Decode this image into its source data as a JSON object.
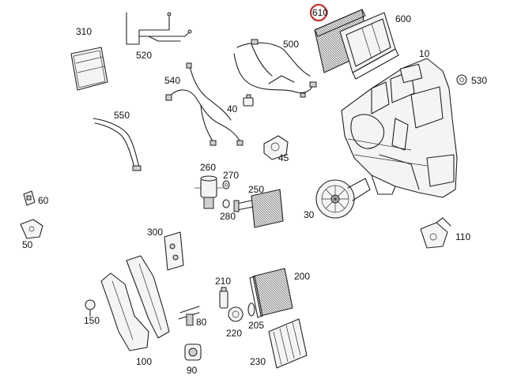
{
  "parts": [
    {
      "id": "p310",
      "label": "310"
    },
    {
      "id": "p520",
      "label": "520"
    },
    {
      "id": "p610",
      "label": "610",
      "highlighted": true
    },
    {
      "id": "p600",
      "label": "600"
    },
    {
      "id": "p500",
      "label": "500"
    },
    {
      "id": "p10",
      "label": "10"
    },
    {
      "id": "p530",
      "label": "530"
    },
    {
      "id": "p540",
      "label": "540"
    },
    {
      "id": "p40",
      "label": "40"
    },
    {
      "id": "p550",
      "label": "550"
    },
    {
      "id": "p45",
      "label": "45"
    },
    {
      "id": "p260",
      "label": "260"
    },
    {
      "id": "p270",
      "label": "270"
    },
    {
      "id": "p250",
      "label": "250"
    },
    {
      "id": "p280",
      "label": "280"
    },
    {
      "id": "p30",
      "label": "30"
    },
    {
      "id": "p60",
      "label": "60"
    },
    {
      "id": "p50",
      "label": "50"
    },
    {
      "id": "p300",
      "label": "300"
    },
    {
      "id": "p110",
      "label": "110"
    },
    {
      "id": "p210",
      "label": "210"
    },
    {
      "id": "p200",
      "label": "200"
    },
    {
      "id": "p150",
      "label": "150"
    },
    {
      "id": "p80",
      "label": "80"
    },
    {
      "id": "p220",
      "label": "220"
    },
    {
      "id": "p205",
      "label": "205"
    },
    {
      "id": "p100",
      "label": "100"
    },
    {
      "id": "p90",
      "label": "90"
    },
    {
      "id": "p230",
      "label": "230"
    }
  ],
  "highlight_color": "#c0302a"
}
